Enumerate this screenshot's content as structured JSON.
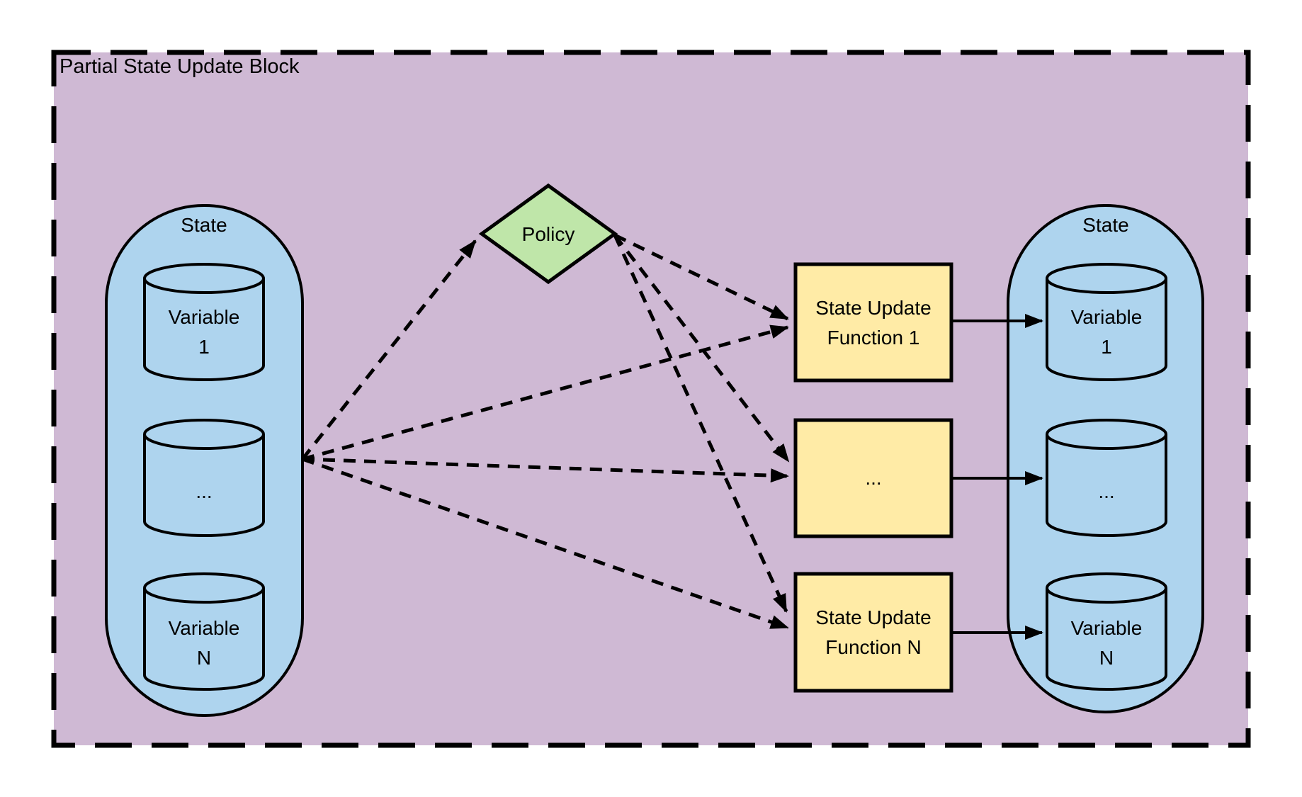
{
  "block": {
    "title": "Partial State Update Block"
  },
  "left_state": {
    "label": "State",
    "variables": {
      "first": {
        "line1": "Variable",
        "line2": "1"
      },
      "middle": {
        "label": "..."
      },
      "last": {
        "line1": "Variable",
        "line2": "N"
      }
    }
  },
  "policy": {
    "label": "Policy"
  },
  "functions": {
    "first": {
      "line1": "State Update",
      "line2": "Function 1"
    },
    "middle": {
      "label": "..."
    },
    "last": {
      "line1": "State Update",
      "line2": "Function N"
    }
  },
  "right_state": {
    "label": "State",
    "variables": {
      "first": {
        "line1": "Variable",
        "line2": "1"
      },
      "middle": {
        "label": "..."
      },
      "last": {
        "line1": "Variable",
        "line2": "N"
      }
    }
  },
  "colors": {
    "block_bg": "#cfb9d4",
    "state_fill": "#aed4ee",
    "policy_fill": "#bfe6a9",
    "function_fill": "#ffeba6",
    "stroke": "#000000"
  }
}
